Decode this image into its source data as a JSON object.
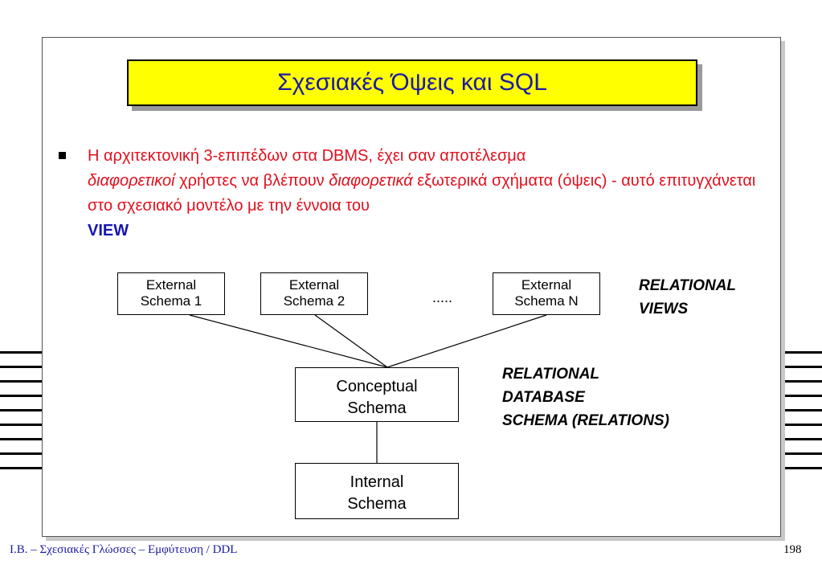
{
  "slide": {
    "title": "Σχεσιακές Όψεις και  SQL",
    "bullet": {
      "part1": "Η αρχιτεκτονική 3-επιπέδων στα DBMS, έχει σαν αποτέλεσμα",
      "italic1": "διαφορετικοί",
      "part2": " χρήστες να βλέπουν ",
      "italic2": "διαφορετικά",
      "part3": " εξωτερικά σχήματα (όψεις)  -  αυτό επιτυγχάνεται στο σχεσιακό μοντέλο με την έννοια του",
      "keyword": "VIEW"
    }
  },
  "diagram": {
    "external1": {
      "line1": "External",
      "line2": "Schema  1"
    },
    "external2": {
      "line1": "External",
      "line2": "Schema  2"
    },
    "externalN": {
      "line1": "External",
      "line2": "Schema  N"
    },
    "dots": ".....",
    "conceptual": {
      "line1": "Conceptual",
      "line2": "Schema"
    },
    "internal": {
      "line1": "Internal",
      "line2": "Schema"
    },
    "label_views": {
      "line1": "RELATIONAL",
      "line2": "VIEWS"
    },
    "label_schema": {
      "line1": "RELATIONAL",
      "line2": "DATABASE",
      "line3": "SCHEMA (RELATIONS)"
    }
  },
  "footer": {
    "left": "I.B. – Σχεσιακές Γλώσσες – Εμφύτευση / DDL",
    "page_number": "198"
  }
}
